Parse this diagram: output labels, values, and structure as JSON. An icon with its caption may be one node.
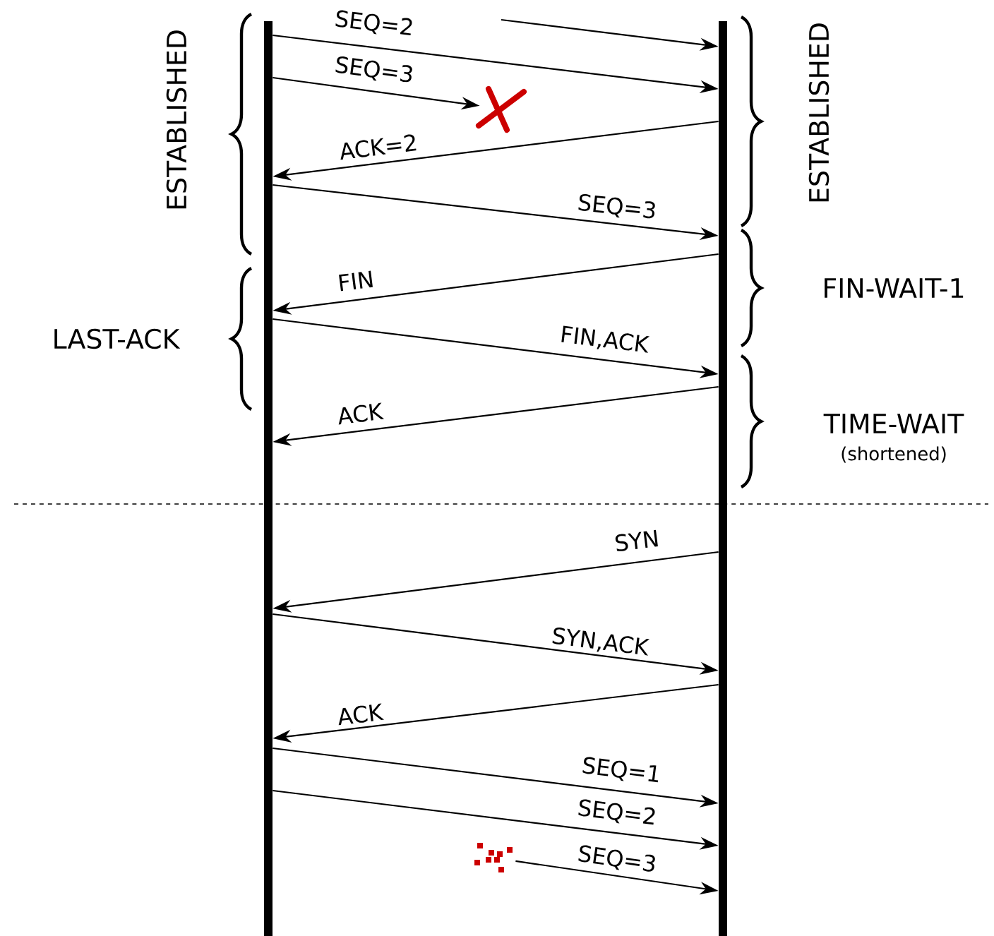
{
  "diagram": {
    "nodes": [
      {
        "text": [],
        "shape": "bar"
      },
      {
        "text": [],
        "shape": "bar"
      },
      {
        "text": [],
        "shape": "cross"
      },
      {
        "text": [],
        "shape": "picture"
      }
    ],
    "edges": [
      {
        "from": null,
        "to": 1,
        "arrow": "to"
      },
      {
        "from": 0,
        "to": 1,
        "arrow": "to",
        "label": "SEQ=2"
      },
      {
        "from": 0,
        "to": 2,
        "arrow": "to",
        "label": "SEQ=3"
      },
      {
        "from": 1,
        "to": 0,
        "arrow": "to",
        "label": "ACK=2"
      },
      {
        "from": 0,
        "to": 1,
        "arrow": "to",
        "label": "SEQ=3"
      },
      {
        "from": 1,
        "to": 0,
        "arrow": "to",
        "label": "FIN"
      },
      {
        "from": 0,
        "to": 1,
        "arrow": "to",
        "label": "FIN,ACK"
      },
      {
        "from": 1,
        "to": 0,
        "arrow": "to",
        "label": "ACK"
      },
      {
        "from": 1,
        "to": 0,
        "arrow": "to",
        "label": "SYN"
      },
      {
        "from": 0,
        "to": 1,
        "arrow": "to",
        "label": "SYN,ACK"
      },
      {
        "from": 1,
        "to": 0,
        "arrow": "to",
        "label": "ACK"
      },
      {
        "from": 0,
        "to": 1,
        "arrow": "to",
        "label": "SEQ=1"
      },
      {
        "from": 0,
        "to": 1,
        "arrow": "to",
        "label": "SEQ=2"
      },
      {
        "from": 3,
        "to": 1,
        "arrow": "to",
        "label": "SEQ=3"
      }
    ],
    "labels": [
      "ESTABLISHED",
      "ESTABLISHED",
      "LAST-ACK",
      "FIN-WAIT-1",
      "TIME-WAIT",
      "(shortened)"
    ]
  }
}
